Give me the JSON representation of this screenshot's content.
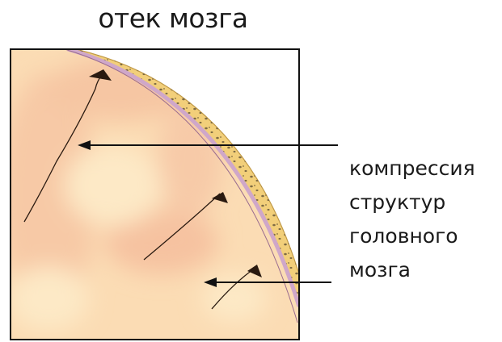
{
  "title": "отек мозга",
  "label_lines": [
    "компрессия",
    "структур",
    "головного",
    "мозга"
  ],
  "colors": {
    "brain_base": "#fbdcb4",
    "brain_dark": "#f6c7a4",
    "brain_light": "#fdeecb",
    "skull": "#f2cf7a",
    "skull_edge": "#c19a48",
    "membrane": "#cfa7c9",
    "frame": "#111111",
    "arrow": "#111111"
  }
}
